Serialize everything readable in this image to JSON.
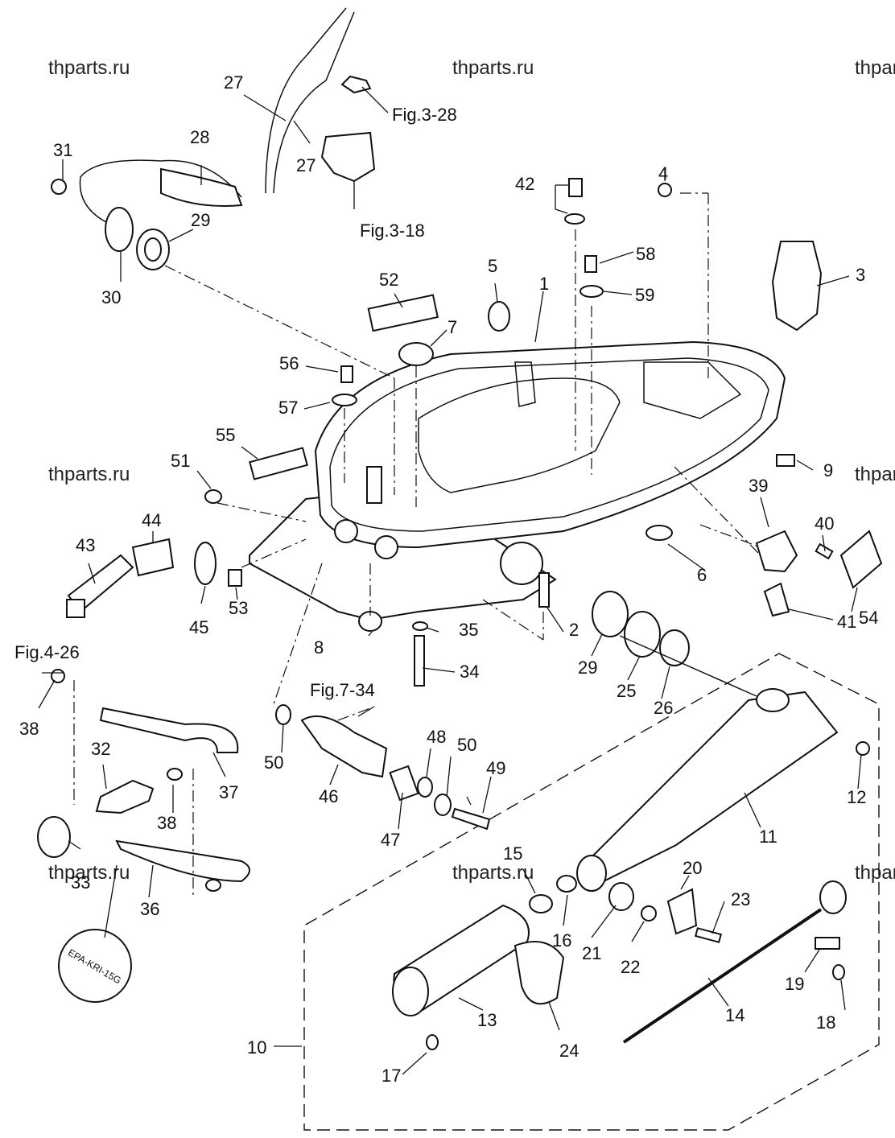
{
  "watermark": "thparts.ru",
  "figure_refs": {
    "fig_3_28": "Fig.3-28",
    "fig_3_18": "Fig.3-18",
    "fig_4_26": "Fig.4-26",
    "fig_7_34": "Fig.7-34"
  },
  "stamp_text": "EPA-KRI-15G",
  "callouts": {
    "c1": "1",
    "c2": "2",
    "c3": "3",
    "c4": "4",
    "c5": "5",
    "c6": "6",
    "c7": "7",
    "c8": "8",
    "c9": "9",
    "c10": "10",
    "c11": "11",
    "c12": "12",
    "c13": "13",
    "c14": "14",
    "c15": "15",
    "c16": "16",
    "c17": "17",
    "c18": "18",
    "c19": "19",
    "c20": "20",
    "c21": "21",
    "c22": "22",
    "c23": "23",
    "c24": "24",
    "c25": "25",
    "c26": "26",
    "c27a": "27",
    "c27b": "27",
    "c28": "28",
    "c29a": "29",
    "c29b": "29",
    "c30": "30",
    "c31": "31",
    "c32": "32",
    "c33": "33",
    "c34": "34",
    "c35": "35",
    "c36": "36",
    "c37": "37",
    "c38a": "38",
    "c38b": "38",
    "c39": "39",
    "c40": "40",
    "c41": "41",
    "c42": "42",
    "c43": "43",
    "c44": "44",
    "c45": "45",
    "c46": "46",
    "c47": "47",
    "c48": "48",
    "c49": "49",
    "c50a": "50",
    "c50b": "50",
    "c51": "51",
    "c52": "52",
    "c53": "53",
    "c54": "54",
    "c55": "55",
    "c56": "56",
    "c57": "57",
    "c58": "58",
    "c59": "59"
  }
}
